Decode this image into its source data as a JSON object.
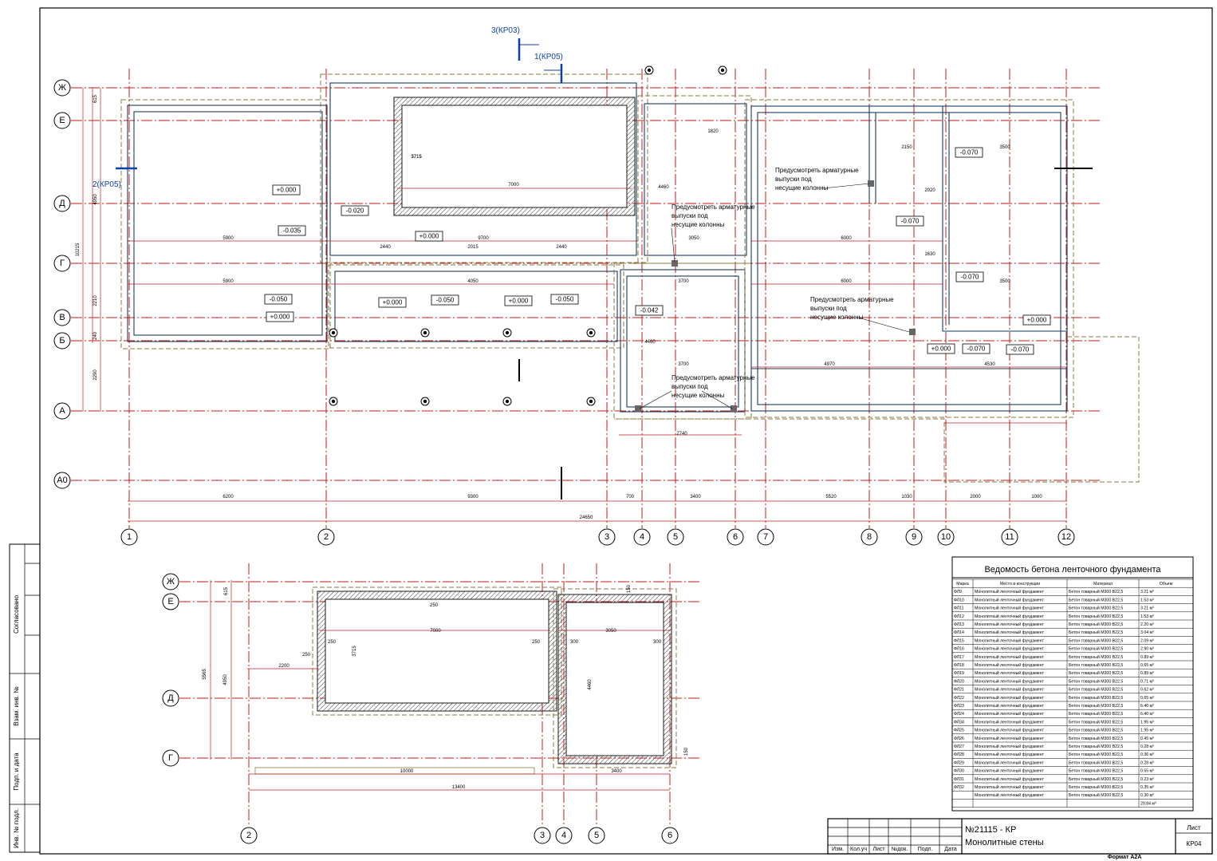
{
  "sheet": {
    "project_number": "№21115 - КР",
    "title": "Монолитные стены",
    "sheet_label": "Лист",
    "sheet_code": "КР04",
    "format": "Формат А2А",
    "stamp_headers": [
      "Изм.",
      "Кол.уч",
      "Лист",
      "№док.",
      "Подп.",
      "Дата"
    ],
    "side_labels": [
      "Согласовано",
      "Взам. инв. №",
      "Подп. и дата",
      "Инв. № подл."
    ]
  },
  "plan_top": {
    "row_axes": [
      "Ж",
      "Е",
      "Д",
      "Г",
      "В",
      "Б",
      "А",
      "А0"
    ],
    "col_axes": [
      "1",
      "2",
      "3",
      "4",
      "5",
      "6",
      "7",
      "8",
      "9",
      "10",
      "11",
      "12"
    ],
    "section_marks": [
      "3(КР03)",
      "1(КР05)",
      "2(КР05)"
    ],
    "levels": [
      "+0.000",
      "-0.020",
      "-0.035",
      "+0.000",
      "-0.050",
      "+0.000",
      "-0.050",
      "+0.000",
      "+0.000",
      "-0.050",
      "-0.042",
      "-0.070",
      "-0.070",
      "-0.070",
      "+0.000",
      "+0.000",
      "-0.070",
      "-0.070"
    ],
    "notes": [
      "Предусмотреть арматурные выпуски под несущие колонны",
      "Предусмотреть арматурные выпуски под несущие колонны",
      "Предусмотреть арматурные выпуски под несущие колонны",
      "Предусмотреть арматурные выпуски под несущие колонны"
    ],
    "bottom_dims": [
      "6200",
      "9300",
      "700",
      "3400",
      "5520",
      "1030",
      "2000",
      "1000"
    ],
    "overall_dim": "24650",
    "left_dims": [
      "615",
      "4950",
      "10215",
      "2210",
      "240",
      "2290"
    ],
    "inner_dims": [
      "5900",
      "9700",
      "5900",
      "4050",
      "7000",
      "3715",
      "3050",
      "6000",
      "6000",
      "4970",
      "4530",
      "3700",
      "3700",
      "3500",
      "3500",
      "2740",
      "1820",
      "2150",
      "2020",
      "1630",
      "4460",
      "4460",
      "2440",
      "2440",
      "2015",
      "3715"
    ]
  },
  "plan_bottom": {
    "row_axes": [
      "Ж",
      "Е",
      "Д",
      "Г"
    ],
    "col_axes": [
      "2",
      "3",
      "4",
      "5",
      "6"
    ],
    "dims": [
      "615",
      "5565",
      "4950",
      "7000",
      "3050",
      "3715",
      "4460",
      "2200",
      "10000",
      "3400",
      "13400",
      "250",
      "250",
      "250",
      "250",
      "300",
      "300",
      "150",
      "150"
    ]
  },
  "schedule": {
    "title": "Ведомость бетона ленточного фундамента",
    "headers": [
      "Марка",
      "Место в конструкции",
      "Материал",
      "Объем"
    ],
    "rows": [
      [
        "ФЛ9",
        "Монолитный ленточный фундамент",
        "Бетон товарный М300 В22,5",
        "3.21 м³"
      ],
      [
        "ФЛ10",
        "Монолитный ленточный фундамент",
        "Бетон товарный М300 В22,5",
        "1.53 м³"
      ],
      [
        "ФЛ11",
        "Монолитный ленточный фундамент",
        "Бетон товарный М300 В22,5",
        "3.21 м³"
      ],
      [
        "ФЛ12",
        "Монолитный ленточный фундамент",
        "Бетон товарный М300 В22,5",
        "1.53 м³"
      ],
      [
        "ФЛ13",
        "Монолитный ленточный фундамент",
        "Бетон товарный М300 В22,5",
        "2.20 м³"
      ],
      [
        "ФЛ14",
        "Монолитный ленточный фундамент",
        "Бетон товарный М300 В22,5",
        "3.04 м³"
      ],
      [
        "ФЛ15",
        "Монолитный ленточный фундамент",
        "Бетон товарный М300 В22,5",
        "2.09 м³"
      ],
      [
        "ФЛ16",
        "Монолитный ленточный фундамент",
        "Бетон товарный М300 В22,5",
        "2.90 м³"
      ],
      [
        "ФЛ17",
        "Монолитный ленточный фундамент",
        "Бетон товарный М300 В22,5",
        "0.89 м³"
      ],
      [
        "ФЛ18",
        "Монолитный ленточный фундамент",
        "Бетон товарный М300 В22,5",
        "0.65 м³"
      ],
      [
        "ФЛ19",
        "Монолитный ленточный фундамент",
        "Бетон товарный М300 В22,5",
        "0.89 м³"
      ],
      [
        "ФЛ20",
        "Монолитный ленточный фундамент",
        "Бетон товарный М300 В22,5",
        "0.71 м³"
      ],
      [
        "ФЛ21",
        "Монолитный ленточный фундамент",
        "Бетон товарный М300 В22,5",
        "0.62 м³"
      ],
      [
        "ФЛ22",
        "Монолитный ленточный фундамент",
        "Бетон товарный М300 В22,5",
        "0.65 м³"
      ],
      [
        "ФЛ23",
        "Монолитный ленточный фундамент",
        "Бетон товарный М300 В22,5",
        "6.40 м³"
      ],
      [
        "ФЛ24",
        "Монолитный ленточный фундамент",
        "Бетон товарный М300 В22,5",
        "6.40 м³"
      ],
      [
        "ФЛ34",
        "Монолитный ленточный фундамент",
        "Бетон товарный М300 В22,5",
        "1.95 м³"
      ],
      [
        "ФЛ25",
        "Монолитный ленточный фундамент",
        "Бетон товарный М300 В22,5",
        "1.95 м³"
      ],
      [
        "ФЛ26",
        "Монолитный ленточный фундамент",
        "Бетон товарный М300 В22,5",
        "0.45 м³"
      ],
      [
        "ФЛ27",
        "Монолитный ленточный фундамент",
        "Бетон товарный М300 В22,5",
        "0.28 м³"
      ],
      [
        "ФЛ28",
        "Монолитный ленточный фундамент",
        "Бетон товарный М300 В22,5",
        "0.36 м³"
      ],
      [
        "ФЛ29",
        "Монолитный ленточный фундамент",
        "Бетон товарный М300 В22,5",
        "0.28 м³"
      ],
      [
        "ФЛ30",
        "Монолитный ленточный фундамент",
        "Бетон товарный М300 В22,5",
        "0.55 м³"
      ],
      [
        "ФЛ31",
        "Монолитный ленточный фундамент",
        "Бетон товарный М300 В22,5",
        "0.23 м³"
      ],
      [
        "ФЛ32",
        "Монолитный ленточный фундамент",
        "Бетон товарный М300 В22,5",
        "0.35 м³"
      ],
      [
        "",
        "Монолитный ленточный фундамент",
        "Бетон товарный М300 В22,5",
        "0.30 м³"
      ]
    ],
    "total": "29.84 м³"
  }
}
